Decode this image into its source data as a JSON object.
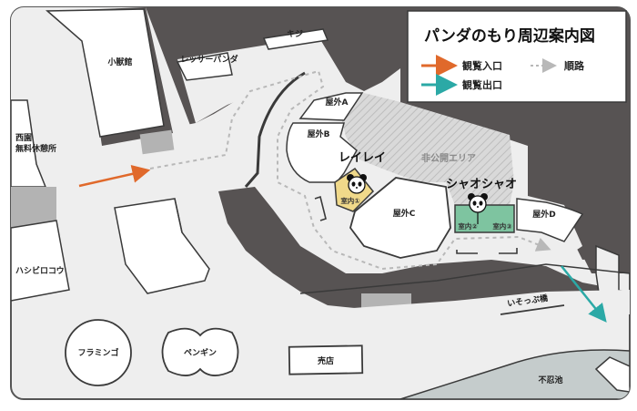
{
  "legend": {
    "title": "パンダのもり周辺案内図",
    "items": [
      {
        "label": "観覧入口",
        "color": "#e0692b",
        "style": "solid-arrow"
      },
      {
        "label": "順路",
        "color": "#b8b8b8",
        "style": "dotted-arrow"
      },
      {
        "label": "観覧出口",
        "color": "#2ba9a6",
        "style": "solid-arrow"
      }
    ]
  },
  "facilities": {
    "small_mammal_house": "小獣館",
    "red_panda": "レッサーパンダ",
    "pheasant": "キジ",
    "west_rest_area_line1": "西園",
    "west_rest_area_line2": "無料休憩所",
    "shoebill": "ハシビロコウ",
    "flamingo": "フラミンゴ",
    "penguin": "ペンギン",
    "shop": "売店",
    "bridge": "いそっぷ橋",
    "pond": "不忍池"
  },
  "enclosures": {
    "outdoor_a": "屋外A",
    "outdoor_b": "屋外B",
    "outdoor_c": "屋外C",
    "outdoor_d": "屋外D",
    "restricted": "非公開エリア",
    "indoor_1": "室内①",
    "indoor_2": "室内②",
    "indoor_3": "室内③"
  },
  "pandas": {
    "reirei": "レイレイ",
    "xiaoxiao": "シャオシャオ"
  },
  "colors": {
    "background": "#eeeeee",
    "dark_area": "#575353",
    "building": "#ffffff",
    "outline": "#3a3a3a",
    "gate": "#b3b3b3",
    "reirei_room": "#f0d98a",
    "xiaoxiao_room": "#7ec4a0",
    "pond": "#c5cccc",
    "entrance_arrow": "#e0692b",
    "exit_arrow": "#2ba9a6",
    "route": "#b8b8b8"
  }
}
